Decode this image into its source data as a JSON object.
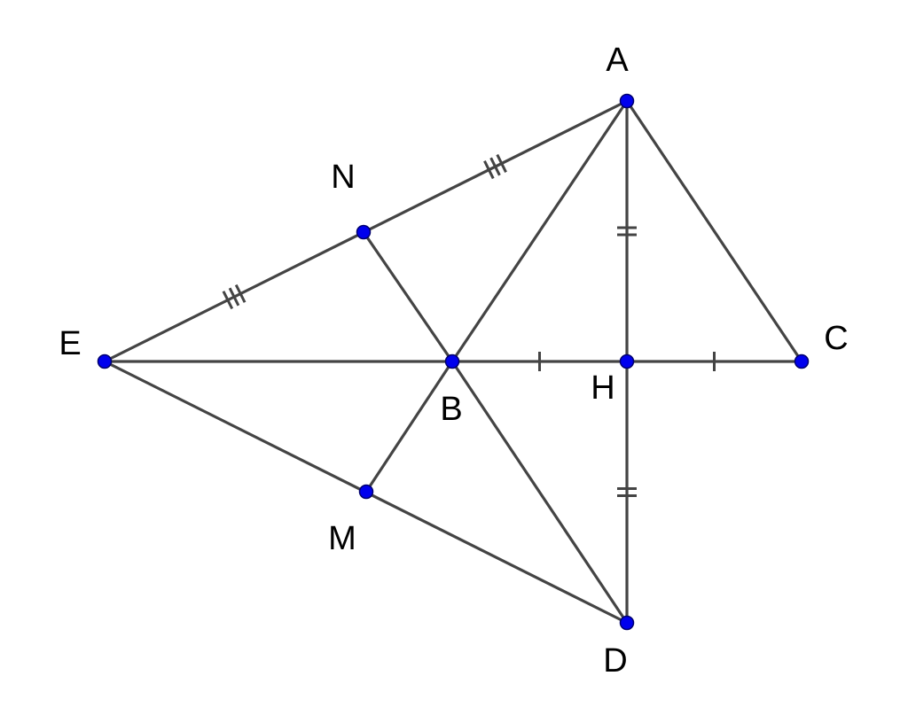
{
  "points": {
    "A": {
      "label": "A"
    },
    "B": {
      "label": "B"
    },
    "C": {
      "label": "C"
    },
    "D": {
      "label": "D"
    },
    "E": {
      "label": "E"
    },
    "H": {
      "label": "H"
    },
    "M": {
      "label": "M"
    },
    "N": {
      "label": "N"
    }
  },
  "segments": [
    {
      "from": "E",
      "to": "A"
    },
    {
      "from": "A",
      "to": "C"
    },
    {
      "from": "A",
      "to": "D"
    },
    {
      "from": "A",
      "to": "B"
    },
    {
      "from": "E",
      "to": "C"
    },
    {
      "from": "E",
      "to": "D"
    },
    {
      "from": "B",
      "to": "D"
    },
    {
      "from": "N",
      "to": "B"
    },
    {
      "from": "B",
      "to": "M"
    }
  ],
  "tick_marks": [
    {
      "from": "E",
      "to": "N",
      "count": 3
    },
    {
      "from": "N",
      "to": "A",
      "count": 3
    },
    {
      "from": "A",
      "to": "H",
      "count": 2
    },
    {
      "from": "H",
      "to": "D",
      "count": 2
    },
    {
      "from": "B",
      "to": "H",
      "count": 1
    },
    {
      "from": "H",
      "to": "C",
      "count": 1
    }
  ],
  "colors": {
    "line": "#444444",
    "point_fill": "#0000ee",
    "point_stroke": "#00006e",
    "label": "#000000",
    "background": "#ffffff"
  }
}
